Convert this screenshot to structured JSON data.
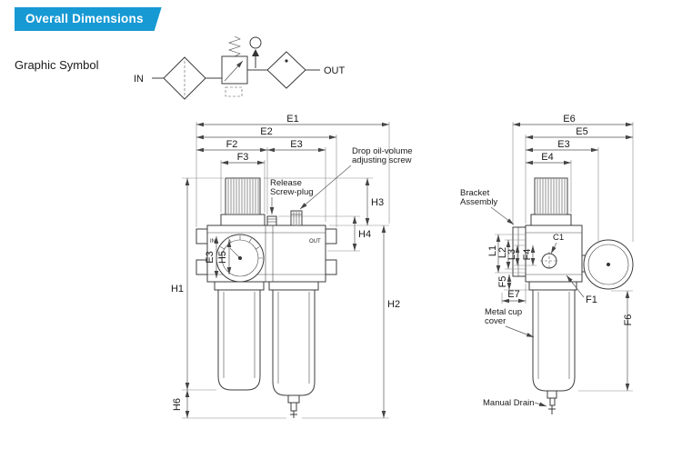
{
  "header": {
    "badge_label": "Overall Dimensions",
    "badge_color": "#1799d4"
  },
  "symbol": {
    "title": "Graphic Symbol",
    "in_label": "IN",
    "out_label": "OUT"
  },
  "front_view": {
    "dim_e1": "E1",
    "dim_e2": "E2",
    "dim_f2": "F2",
    "dim_f3": "F3",
    "dim_e3_top": "E3",
    "dim_h3": "H3",
    "dim_h4": "H4",
    "dim_h1": "H1",
    "dim_h2": "H2",
    "dim_e3_left": "E3",
    "dim_h5": "H5",
    "dim_h6": "H6",
    "port_in": "IN",
    "port_out": "OUT",
    "note_release_line1": "Release",
    "note_release_line2": "Screw-plug",
    "note_dropoil_line1": "Drop oil-volume",
    "note_dropoil_line2": "adjusting screw"
  },
  "side_view": {
    "dim_e6": "E6",
    "dim_e5": "E5",
    "dim_e3": "E3",
    "dim_e4": "E4",
    "dim_c1": "C1",
    "dim_l1": "L1",
    "dim_l2": "L2",
    "dim_l3": "L3",
    "dim_f4": "F4",
    "dim_f5": "F5",
    "dim_e7": "E7",
    "dim_f1": "F1",
    "dim_f6": "F6",
    "note_bracket_line1": "Bracket",
    "note_bracket_line2": "Assembly",
    "note_cup_line1": "Metal cup",
    "note_cup_line2": "cover",
    "note_drain": "Manual Drain"
  }
}
